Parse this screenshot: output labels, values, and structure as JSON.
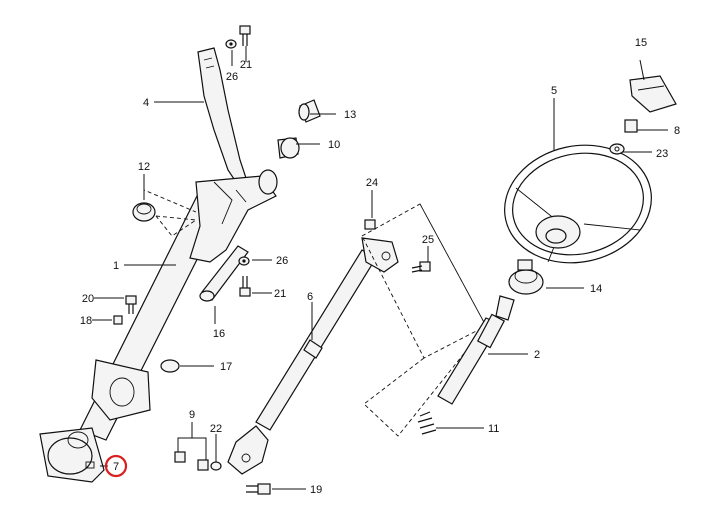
{
  "callouts": [
    {
      "id": "c1",
      "text": "1"
    },
    {
      "id": "c2",
      "text": "2"
    },
    {
      "id": "c4",
      "text": "4"
    },
    {
      "id": "c5",
      "text": "5"
    },
    {
      "id": "c6",
      "text": "6"
    },
    {
      "id": "c7",
      "text": "7"
    },
    {
      "id": "c8",
      "text": "8"
    },
    {
      "id": "c9",
      "text": "9"
    },
    {
      "id": "c10",
      "text": "10"
    },
    {
      "id": "c11",
      "text": "11"
    },
    {
      "id": "c12",
      "text": "12"
    },
    {
      "id": "c13",
      "text": "13"
    },
    {
      "id": "c14",
      "text": "14"
    },
    {
      "id": "c15",
      "text": "15"
    },
    {
      "id": "c16",
      "text": "16"
    },
    {
      "id": "c17",
      "text": "17"
    },
    {
      "id": "c18",
      "text": "18"
    },
    {
      "id": "c19",
      "text": "19"
    },
    {
      "id": "c20",
      "text": "20"
    },
    {
      "id": "c21a",
      "text": "21"
    },
    {
      "id": "c21b",
      "text": "21"
    },
    {
      "id": "c22",
      "text": "22"
    },
    {
      "id": "c23",
      "text": "23"
    },
    {
      "id": "c24",
      "text": "24"
    },
    {
      "id": "c25",
      "text": "25"
    },
    {
      "id": "c26a",
      "text": "26"
    },
    {
      "id": "c26b",
      "text": "26"
    }
  ],
  "highlight": {
    "callout": "7",
    "color": "#d81e1e"
  }
}
